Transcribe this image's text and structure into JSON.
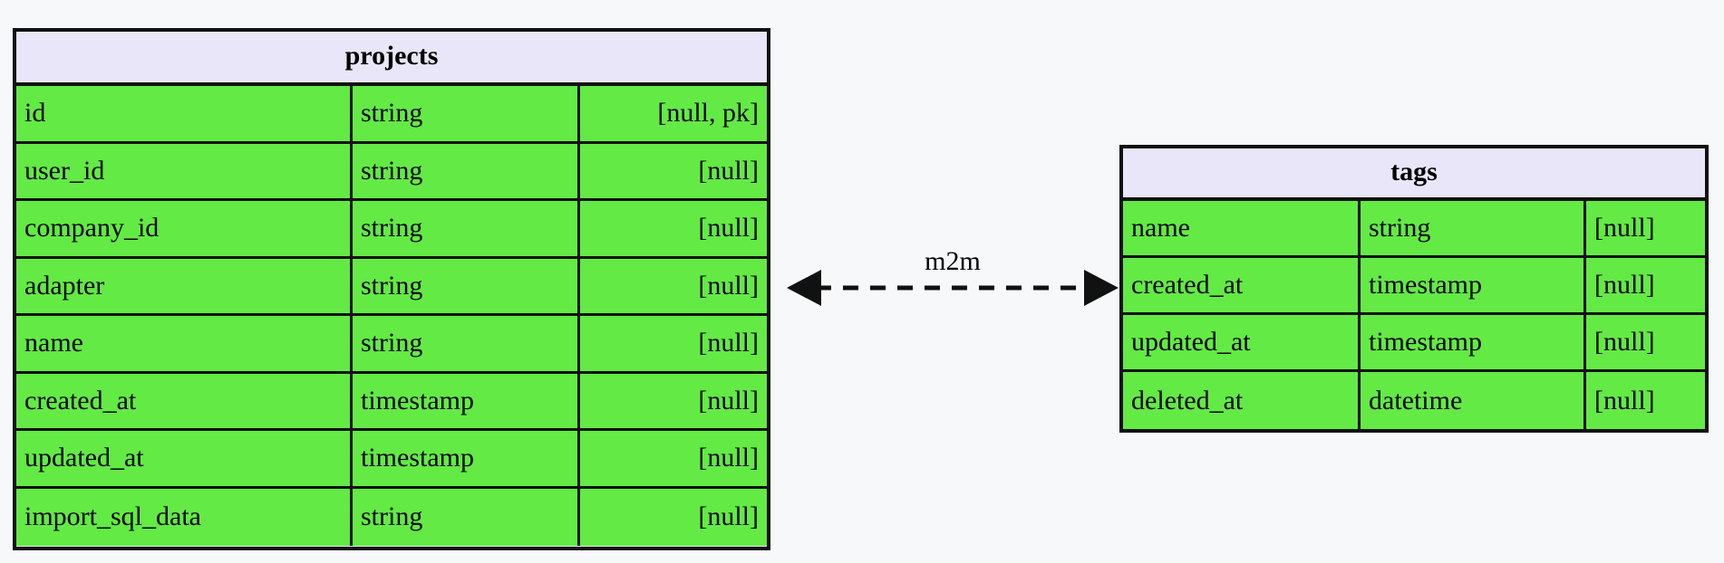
{
  "diagram": {
    "background_color": "#f7f8fa",
    "header_color": "#e8e6f8",
    "field_color": "#63ea45",
    "border_color": "#111111"
  },
  "entities": [
    {
      "name": "projects",
      "columns": [
        {
          "field": "id",
          "type": "string",
          "constraint": "[null, pk]"
        },
        {
          "field": "user_id",
          "type": "string",
          "constraint": "[null]"
        },
        {
          "field": "company_id",
          "type": "string",
          "constraint": "[null]"
        },
        {
          "field": "adapter",
          "type": "string",
          "constraint": "[null]"
        },
        {
          "field": "name",
          "type": "string",
          "constraint": "[null]"
        },
        {
          "field": "created_at",
          "type": "timestamp",
          "constraint": "[null]"
        },
        {
          "field": "updated_at",
          "type": "timestamp",
          "constraint": "[null]"
        },
        {
          "field": "import_sql_data",
          "type": "string",
          "constraint": "[null]"
        }
      ]
    },
    {
      "name": "tags",
      "columns": [
        {
          "field": "name",
          "type": "string",
          "constraint": "[null]"
        },
        {
          "field": "created_at",
          "type": "timestamp",
          "constraint": "[null]"
        },
        {
          "field": "updated_at",
          "type": "timestamp",
          "constraint": "[null]"
        },
        {
          "field": "deleted_at",
          "type": "datetime",
          "constraint": "[null]"
        }
      ]
    }
  ],
  "relationships": [
    {
      "label": "m2m",
      "from": "projects",
      "to": "tags",
      "line_style": "dashed",
      "arrow_start": "triangle",
      "arrow_end": "triangle"
    }
  ]
}
